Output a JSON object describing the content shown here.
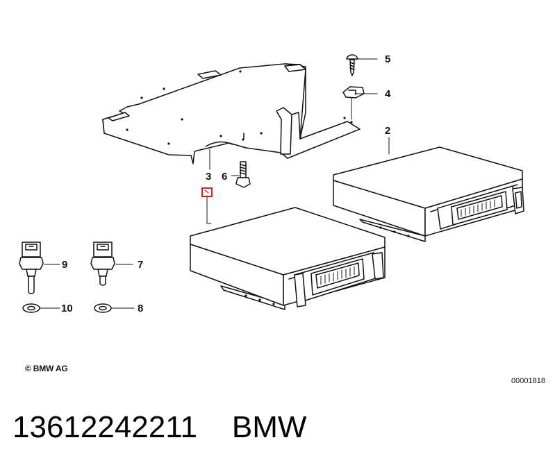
{
  "diagram": {
    "callouts": [
      "2",
      "3",
      "4",
      "5",
      "6",
      "7",
      "8",
      "9",
      "10"
    ],
    "copyright": "© BMW AG",
    "diagram_id": "00001818",
    "highlight_color": "#e0201b",
    "line_color": "#111111"
  },
  "caption": {
    "part_number": "13612242211",
    "brand": "BMW"
  }
}
